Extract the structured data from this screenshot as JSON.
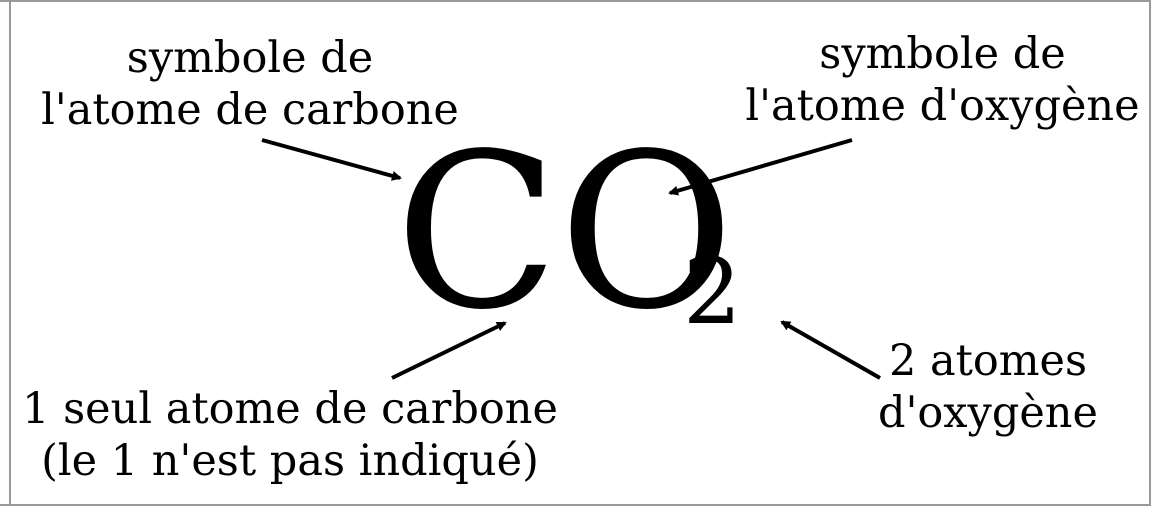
{
  "formula": {
    "main": "CO",
    "subscript": "2"
  },
  "labels": {
    "carbon_symbol": [
      "symbole de",
      "l'atome de carbone"
    ],
    "oxygen_symbol": [
      "symbole de",
      "l'atome d'oxygène"
    ],
    "one_carbon": [
      "1 seul atome de carbone",
      "(le 1 n'est pas indiqué)"
    ],
    "two_oxygen": [
      "2 atomes",
      "d'oxygène"
    ]
  },
  "colors": {
    "text": "#000000",
    "border": "#999999"
  }
}
